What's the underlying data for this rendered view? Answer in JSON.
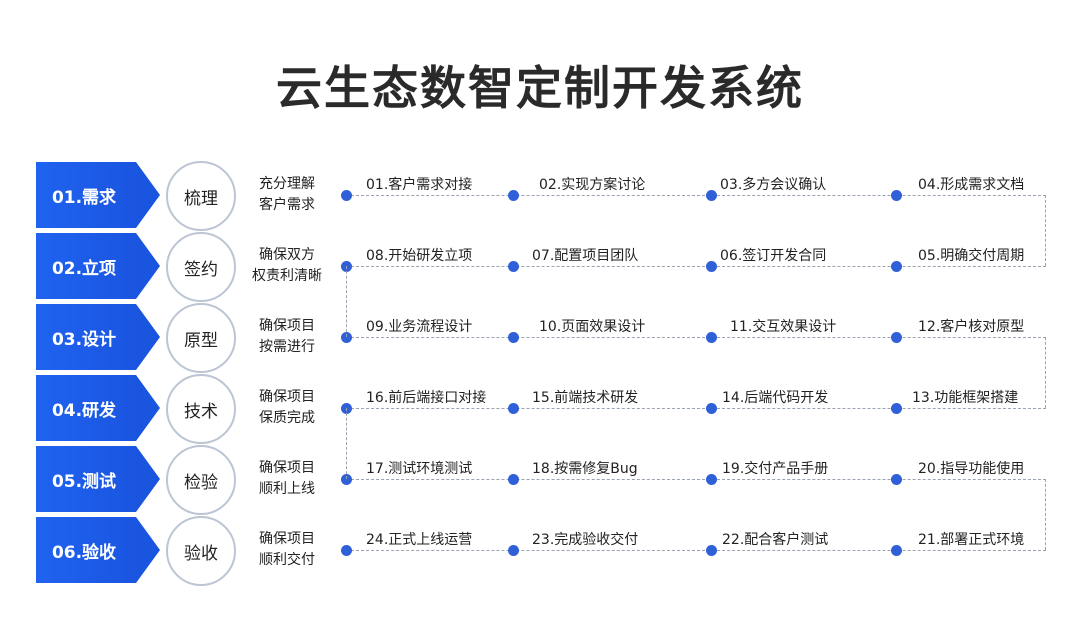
{
  "title": "云生态数智定制开发系统",
  "rows": [
    {
      "phase": "01.需求",
      "action": "梳理",
      "goal": [
        "充分理解",
        "客户需求"
      ],
      "steps": [
        "01.客户需求对接",
        "02.实现方案讨论",
        "03.多方会议确认",
        "04.形成需求文档"
      ]
    },
    {
      "phase": "02.立项",
      "action": "签约",
      "goal": [
        "确保双方",
        "权责利清晰"
      ],
      "steps": [
        "08.开始研发立项",
        "07.配置项目团队",
        "06.签订开发合同",
        "05.明确交付周期"
      ]
    },
    {
      "phase": "03.设计",
      "action": "原型",
      "goal": [
        "确保项目",
        "按需进行"
      ],
      "steps": [
        "09.业务流程设计",
        "10.页面效果设计",
        "11.交互效果设计",
        "12.客户核对原型"
      ]
    },
    {
      "phase": "04.研发",
      "action": "技术",
      "goal": [
        "确保项目",
        "保质完成"
      ],
      "steps": [
        "16.前后端接口对接",
        "15.前端技术研发",
        "14.后端代码开发",
        "13.功能框架搭建"
      ]
    },
    {
      "phase": "05.测试",
      "action": "检验",
      "goal": [
        "确保项目",
        "顺利上线"
      ],
      "steps": [
        "17.测试环境测试",
        "18.按需修复Bug",
        "19.交付产品手册",
        "20.指导功能使用"
      ]
    },
    {
      "phase": "06.验收",
      "action": "验收",
      "goal": [
        "确保项目",
        "顺利交付"
      ],
      "steps": [
        "24.正式上线运营",
        "23.完成验收交付",
        "22.配合客户测试",
        "21.部署正式环境"
      ]
    }
  ],
  "colors": {
    "phase_bg": "#1f63f0",
    "dot": "#2f60d8",
    "line": "#9aa3b0",
    "circle_border": "#bcc5d3"
  }
}
